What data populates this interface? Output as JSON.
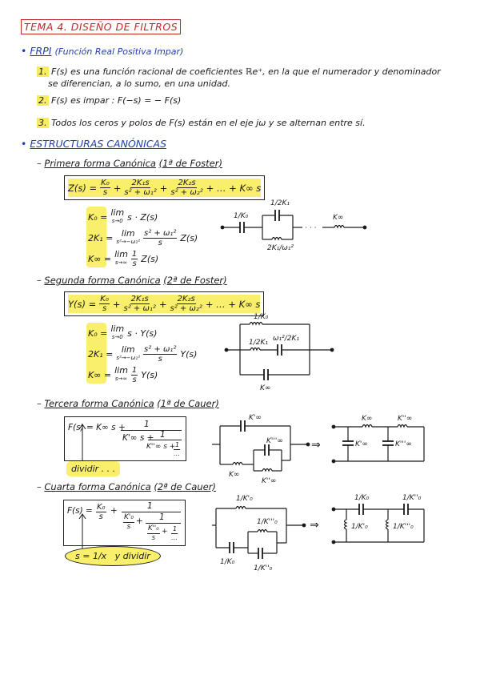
{
  "title": "TEMA 4. DISEÑO DE FILTROS",
  "frpi": {
    "heading": "FRPI",
    "heading_full": "(Función Real Positiva Impar)",
    "items": [
      {
        "num": "1.",
        "line1": "F(s) es una función racional de coeficientes ℝe⁺, en la que el numerador y denominador",
        "line2": "se diferencian, a lo sumo, en una unidad."
      },
      {
        "num": "2.",
        "line1": "F(s) es impar :   F(−s) = − F(s)"
      },
      {
        "num": "3.",
        "line1": "Todos los ceros y polos de F(s) están en el eje jω y se alternan entre sí."
      }
    ]
  },
  "canonicas": {
    "heading": "ESTRUCTURAS CANÓNICAS",
    "forms": [
      {
        "title": "Primera forma Canónica",
        "subtitle": "(1ª de Foster)",
        "formula": {
          "lhs": "Z(s) =",
          "t0_num": "K₀",
          "t0_den": "s",
          "t1_num": "2K₁s",
          "t1_den": "s² + ω₁²",
          "t2_num": "2K₂s",
          "t2_den": "s² + ω₂²",
          "tail": "+ … + K∞ s"
        },
        "limits": [
          {
            "lhs": "K₀ =",
            "lim": "lim",
            "cond": "s→0",
            "expr": "s · Z(s)"
          },
          {
            "lhs": "2K₁ =",
            "lim": "lim",
            "cond": "s²→−ω₁²",
            "expr_num": "s² + ω₁²",
            "expr_den": "s",
            "expr": "Z(s)"
          },
          {
            "lhs": "K∞ =",
            "lim": "lim",
            "cond": "s→∞",
            "expr_num": "1",
            "expr_den": "s",
            "expr": "Z(s)"
          }
        ],
        "circuit": {
          "c0": "1/K₀",
          "c1": "1/2K₁",
          "l1": "2K₁/ω₁²",
          "dots": "· · ·",
          "linf": "K∞"
        }
      },
      {
        "title": "Segunda forma Canónica",
        "subtitle": "(2ª de Foster)",
        "formula": {
          "lhs": "Y(s) =",
          "t0_num": "K₀",
          "t0_den": "s",
          "t1_num": "2K₁s",
          "t1_den": "s² + ω₁²",
          "t2_num": "2K₂s",
          "t2_den": "s² + ω₂²",
          "tail": "+ … + K∞ s"
        },
        "limits": [
          {
            "lhs": "K₀ =",
            "lim": "lim",
            "cond": "s→0",
            "expr": "s · Y(s)"
          },
          {
            "lhs": "2K₁ =",
            "lim": "lim",
            "cond": "s²→−ω₁²",
            "expr_num": "s² + ω₁²",
            "expr_den": "s",
            "expr": "Y(s)"
          },
          {
            "lhs": "K∞ =",
            "lim": "lim",
            "cond": "s→∞",
            "expr_num": "1",
            "expr_den": "s",
            "expr": "Y(s)"
          }
        ],
        "circuit": {
          "l0": "1/K₀",
          "l1": "1/2K₁",
          "c1": "ω₁²/2K₁",
          "cinf": "K∞"
        }
      },
      {
        "title": "Tercera forma Canónica",
        "subtitle": "(1ª de Cauer)",
        "formula": {
          "lhs": "F(s) = K∞ s +",
          "num": "1",
          "d1": "K'∞ s +",
          "num2": "1",
          "d2": "K''∞ s +",
          "num3": "1",
          "d3": "…"
        },
        "note": "dividir . . .",
        "circuit_a": {
          "c_top": "K'∞",
          "l_bot": "K∞",
          "c_inner": "K'''∞",
          "l_inner": "K''∞"
        },
        "arrow": "⇒",
        "circuit_b": {
          "l1": "K∞",
          "l2": "K''∞",
          "c1": "K'∞",
          "c2": "K'''∞"
        }
      },
      {
        "title": "Cuarta forma Canónica",
        "subtitle": "(2ª de Cauer)",
        "formula": {
          "lhs": "F(s) =",
          "t0_num": "K₀",
          "t0_den": "s",
          "plus": "+",
          "num": "1",
          "d1_num": "K'₀",
          "d1_den": "s",
          "num2": "1",
          "d2_num": "K''₀",
          "d2_den": "s",
          "num3": "1",
          "d3": "…"
        },
        "note_a": "s = 1/x",
        "note_b": "y dividir",
        "circuit_a": {
          "l_top": "1/K'₀",
          "c_bot": "1/K₀",
          "l_inner": "1/K'''₀",
          "c_inner": "1/K''₀"
        },
        "arrow": "⇒",
        "circuit_b": {
          "c1": "1/K₀",
          "c2": "1/K''₀",
          "l1": "1/K'₀",
          "l2": "1/K'''₀"
        }
      }
    ]
  }
}
